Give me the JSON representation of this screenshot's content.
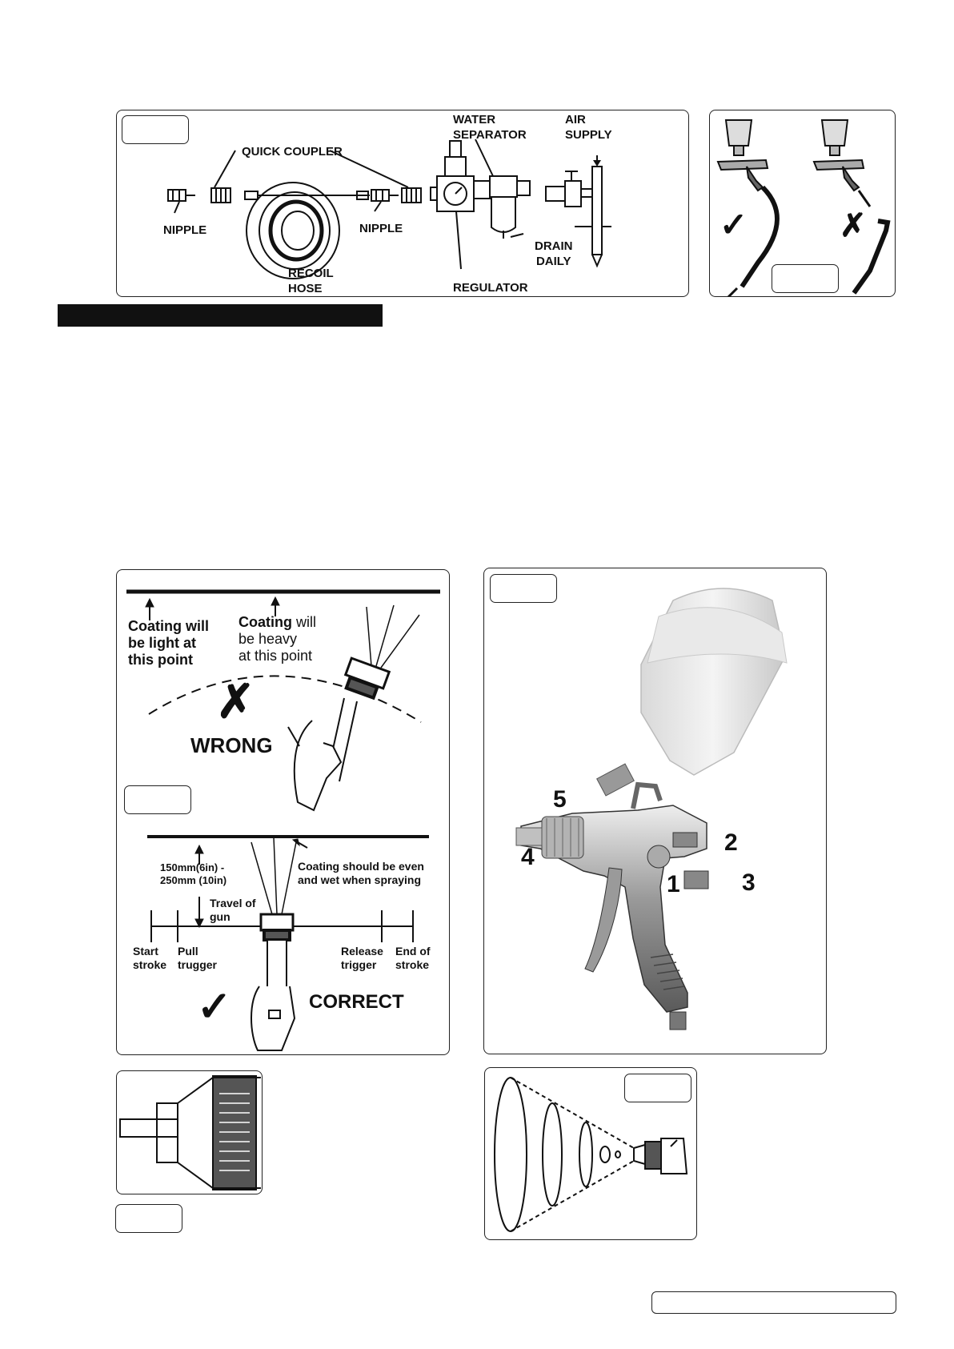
{
  "fig_top_left": {
    "labels": {
      "quick_coupler": "QUICK COUPLER",
      "nipple_left": "NIPPLE",
      "nipple_right": "NIPPLE",
      "recoil_hose": "RECOIL\nHOSE",
      "water_separator": "WATER\nSEPARATOR",
      "air_supply": "AIR\nSUPPLY",
      "drain_daily": "DRAIN\nDAILY",
      "regulator": "REGULATOR"
    }
  },
  "fig_top_right": {
    "correct_mark": "✓",
    "wrong_mark": "✗"
  },
  "fig_technique": {
    "wrong": {
      "light_label": "Coating will\nbe light at\nthis point",
      "heavy_label_bold": "Coating",
      "heavy_label_rest": " will\nbe heavy\nat this point",
      "mark": "✗",
      "caption": "WRONG"
    },
    "correct": {
      "distance": "150mm(6in) -\n250mm (10in)",
      "even": "Coating should be even\nand wet when spraying",
      "travel": "Travel of\ngun",
      "start": "Start\nstroke",
      "pull": "Pull\ntrugger",
      "release": "Release\ntrigger",
      "end": "End of\nstroke",
      "mark": "✓",
      "caption": "CORRECT"
    }
  },
  "fig_gun": {
    "numbers": [
      "1",
      "2",
      "3",
      "4",
      "5"
    ]
  }
}
